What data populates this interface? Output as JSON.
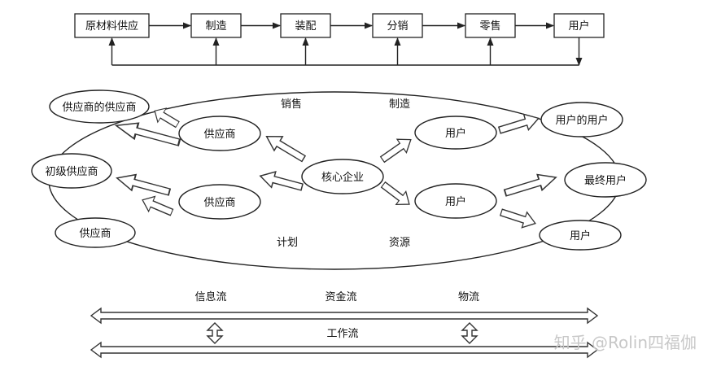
{
  "top_flow": {
    "steps": [
      "原材料供应",
      "制造",
      "装配",
      "分销",
      "零售",
      "用户"
    ]
  },
  "network": {
    "core": "核心企业",
    "upstream": {
      "tier1_a": "供应商",
      "tier1_b": "供应商",
      "tier2_a": "供应商的供应商",
      "tier2_b": "初级供应商",
      "tier2_c": "供应商"
    },
    "downstream": {
      "tier1_a": "用户",
      "tier1_b": "用户",
      "tier2_a": "用户的用户",
      "tier2_b": "最终用户",
      "tier2_c": "用户"
    },
    "labels": {
      "sales": "销售",
      "manufacturing": "制造",
      "planning": "计划",
      "resources": "资源"
    }
  },
  "flows": {
    "info": "信息流",
    "capital": "资金流",
    "logistics": "物流",
    "work": "工作流"
  },
  "watermark": "知乎 @Rolin四福伽"
}
